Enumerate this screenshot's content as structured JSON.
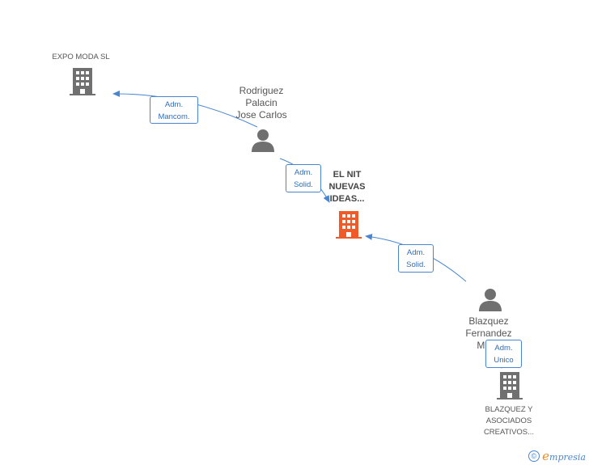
{
  "nodes": {
    "expo_moda": {
      "label": "EXPO MODA  SL",
      "type": "company",
      "color": "#707070"
    },
    "rodriguez": {
      "label_lines": [
        "Rodriguez",
        "Palacin",
        "Jose Carlos"
      ],
      "type": "person",
      "color": "#707070"
    },
    "el_nit": {
      "label_lines": [
        "EL NIT",
        "NUEVAS",
        "IDEAS..."
      ],
      "type": "company",
      "color": "#f05a28",
      "focus": true
    },
    "blazquez_person": {
      "label_lines": [
        "Blazquez",
        "Fernandez",
        "Mig..."
      ],
      "type": "person",
      "color": "#707070"
    },
    "blazquez_company": {
      "label_lines": [
        "BLAZQUEZ Y",
        "ASOCIADOS",
        "CREATIVOS..."
      ],
      "type": "company",
      "color": "#707070"
    }
  },
  "edges": [
    {
      "from": "rodriguez",
      "to": "expo_moda",
      "label_lines": [
        "Adm.",
        "Mancom."
      ]
    },
    {
      "from": "rodriguez",
      "to": "el_nit",
      "label_lines": [
        "Adm.",
        "Solid."
      ]
    },
    {
      "from": "blazquez_person",
      "to": "el_nit",
      "label_lines": [
        "Adm.",
        "Solid."
      ]
    },
    {
      "from": "blazquez_person",
      "to": "blazquez_company",
      "label_lines": [
        "Adm.",
        "Unico"
      ]
    }
  ],
  "footer": {
    "copyright_symbol": "©",
    "brand_initial": "e",
    "brand_rest": "mpresia"
  },
  "colors": {
    "edge_line": "#4a86d0",
    "edge_label": "#2f6db8"
  }
}
